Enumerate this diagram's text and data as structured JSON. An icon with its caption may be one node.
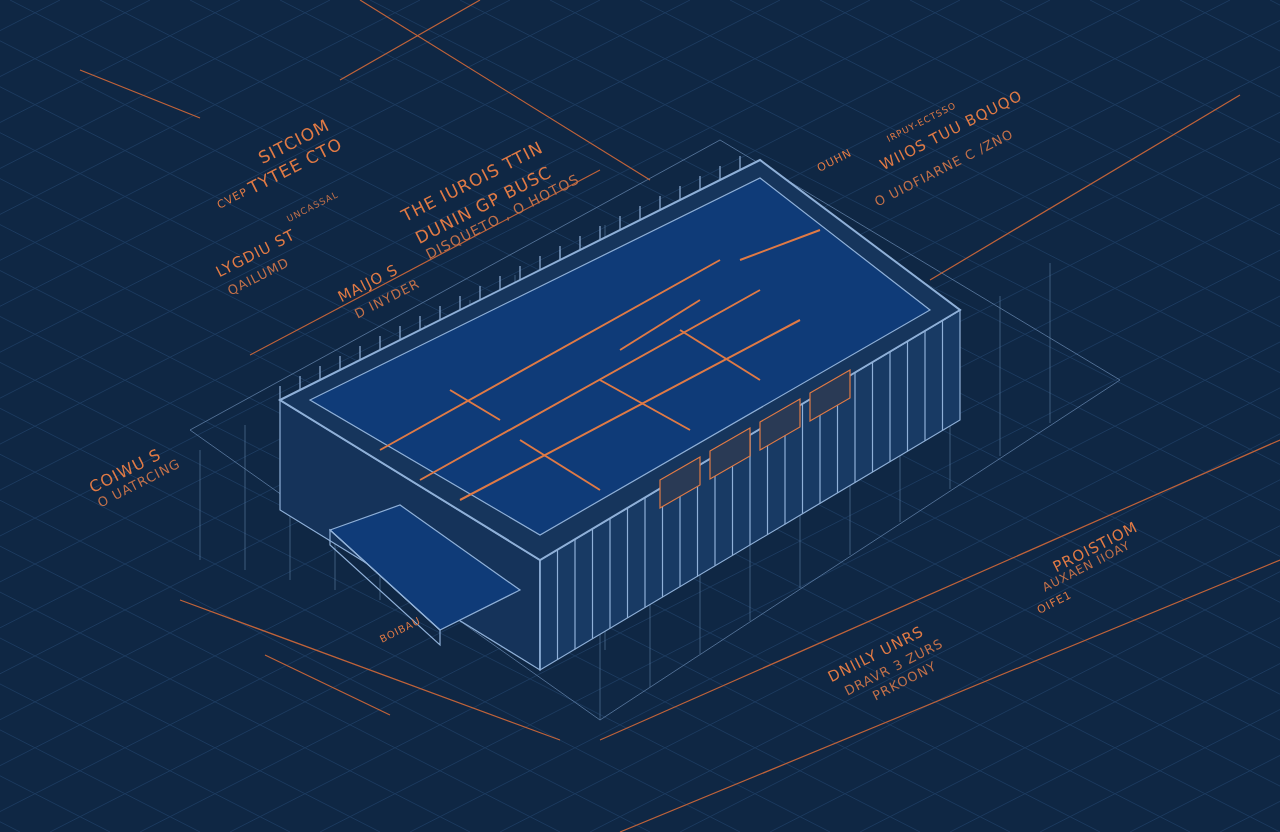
{
  "diagram": {
    "labels": [
      "SITCIOM",
      "TYTEE CTO",
      "CVEP",
      "UNCASSAL",
      "THE IUROIS TTIN",
      "DUNIN GP BUSC",
      "DISQUETO , O HOTOS",
      "LYGDIU ST",
      "QAILUMD",
      "MAIJO S",
      "D INYDER",
      "COIWU S",
      "O UATRCING",
      "OUHN",
      "IRPUY-ECTSSO",
      "WIIOS TUU BQUQO",
      "O UIOFIARNE C /ZNO",
      "PROISTIOM",
      "AUXAEN IIOAY",
      "OIFE1",
      "DNIILY UNRS",
      "DRAVR 3 ZURS",
      "PRKOONY",
      "BOIBAU"
    ]
  }
}
